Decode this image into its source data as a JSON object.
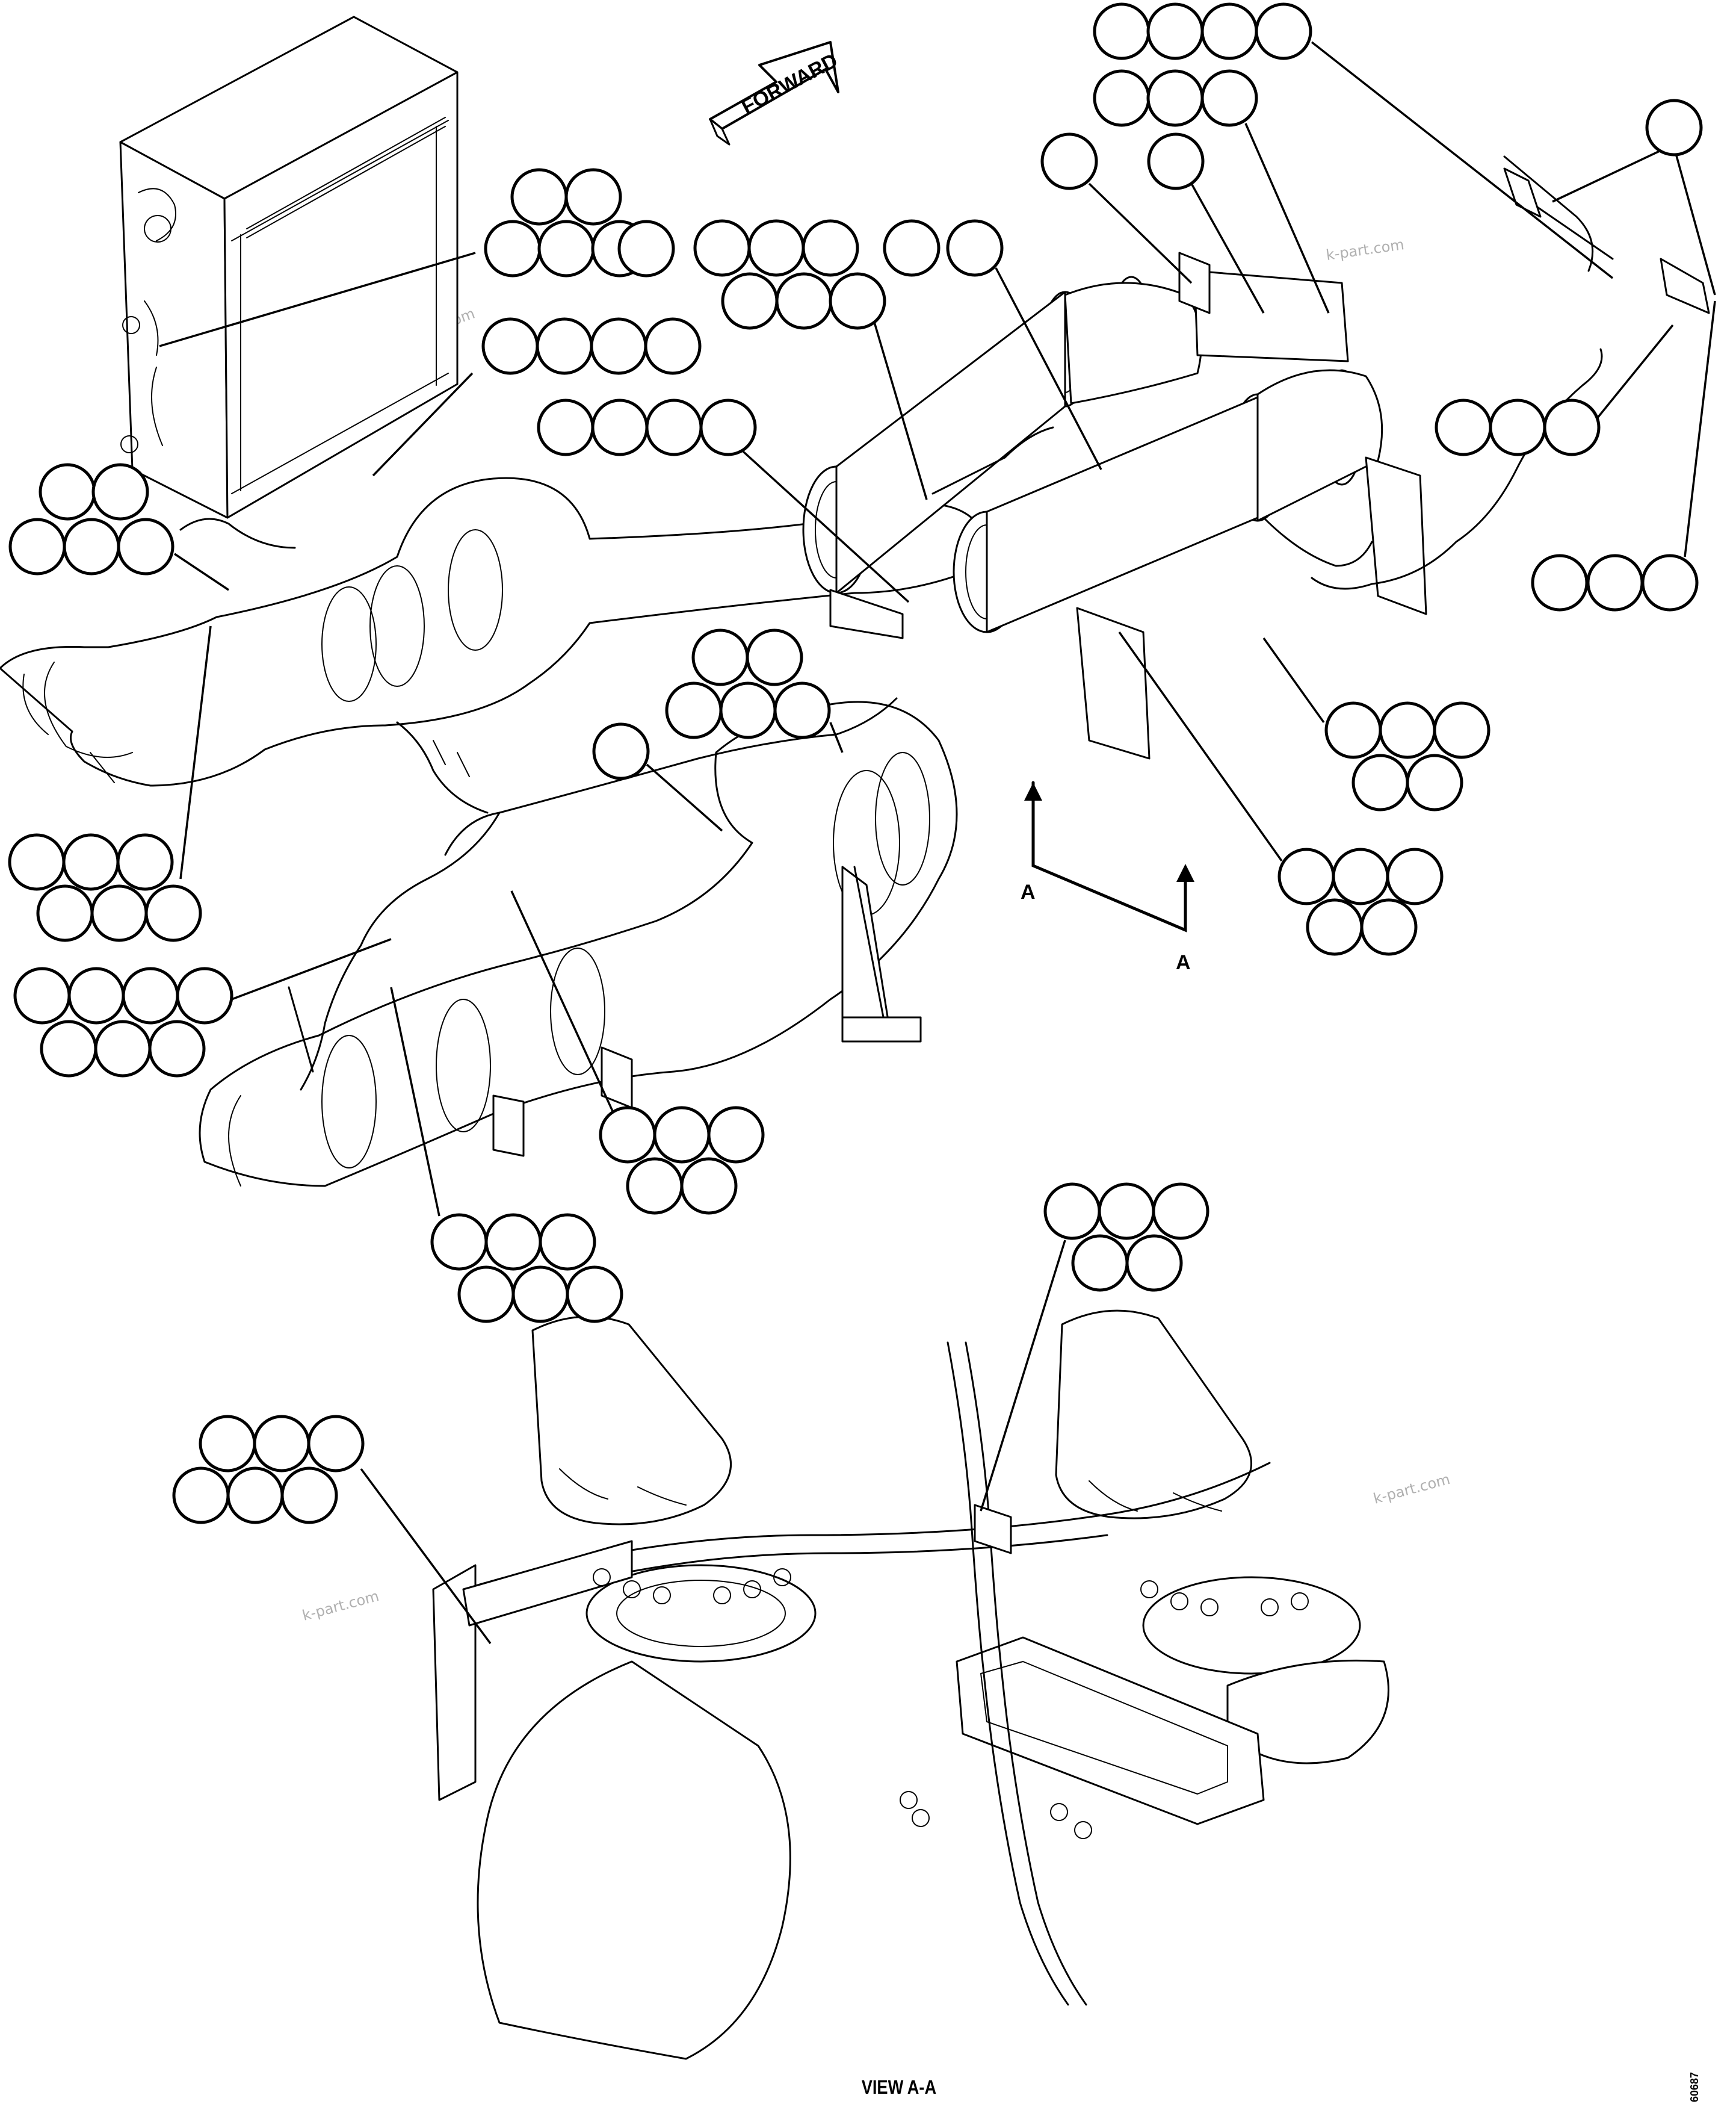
{
  "direction_arrow": {
    "label": "FORWARD"
  },
  "section_marks": {
    "left": "A",
    "right": "A"
  },
  "view_caption": "VIEW A-A",
  "drawing_number": "60687",
  "watermarks": [
    "k-part.com",
    "k-part.com",
    "k-part.com",
    "k-part.com"
  ],
  "icons": [
    "forward-arrow-icon",
    "section-arrow-icon"
  ]
}
